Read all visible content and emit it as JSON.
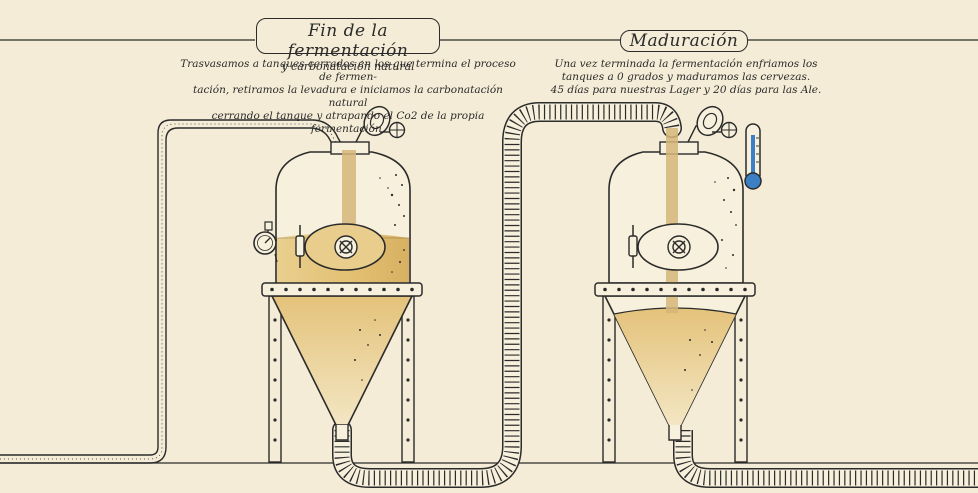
{
  "stages": [
    {
      "title": "Fin de la fermentación",
      "subtitle": "y carbonatación natural",
      "description": [
        "Trasvasamos a tanques cerrados en los que termina el proceso de fermen-",
        "tación, retiramos la levadura e iniciamos la carbonatación natural",
        "cerrando el tanque y atrapando el Co2 de la propia fermentación."
      ]
    },
    {
      "title": "Maduración",
      "subtitle": "",
      "description": [
        "Una vez terminada la fermentación enfriamos los",
        "tanques a 0 grados y maduramos las cervezas.",
        "45 días para nuestras Lager y 20 días para las Ale."
      ]
    }
  ],
  "colors": {
    "background": "#f4ecd6",
    "outline": "#2b2b2b",
    "beer": "#e6c67e",
    "tank_fill": "#f7f0dc",
    "thermometer": "#3b7fc4"
  },
  "icons": [
    "pressure-gauge-icon",
    "thermometer-icon",
    "valve-wheel-icon",
    "porthole-icon"
  ]
}
